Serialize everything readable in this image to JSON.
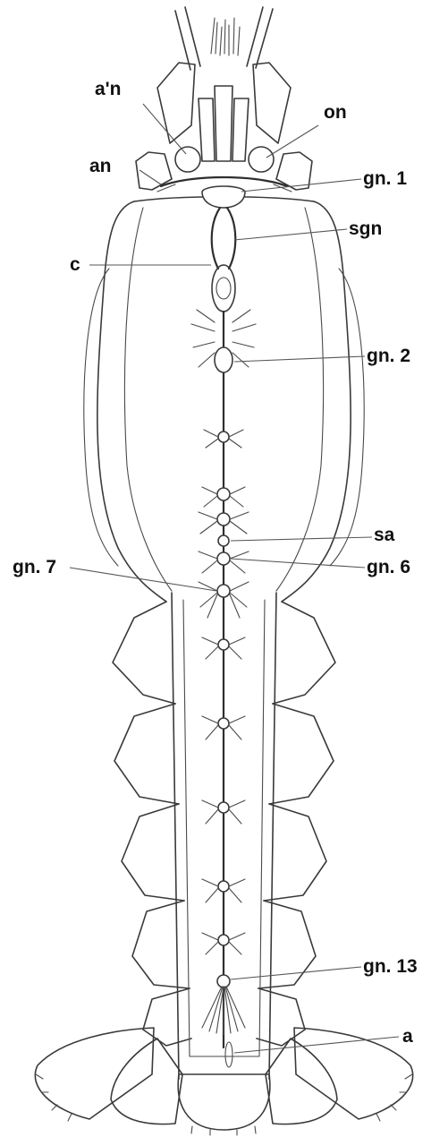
{
  "labels": {
    "a_prime_n": "a'n",
    "on": "on",
    "an": "an",
    "gn1": "gn. 1",
    "sgn": "sgn",
    "c": "c",
    "gn2": "gn. 2",
    "sa": "sa",
    "gn6": "gn. 6",
    "gn7": "gn. 7",
    "gn13": "gn. 13",
    "a": "a"
  },
  "colors": {
    "ink": "#3a3a3a",
    "label": "#111111",
    "background": "#ffffff"
  }
}
